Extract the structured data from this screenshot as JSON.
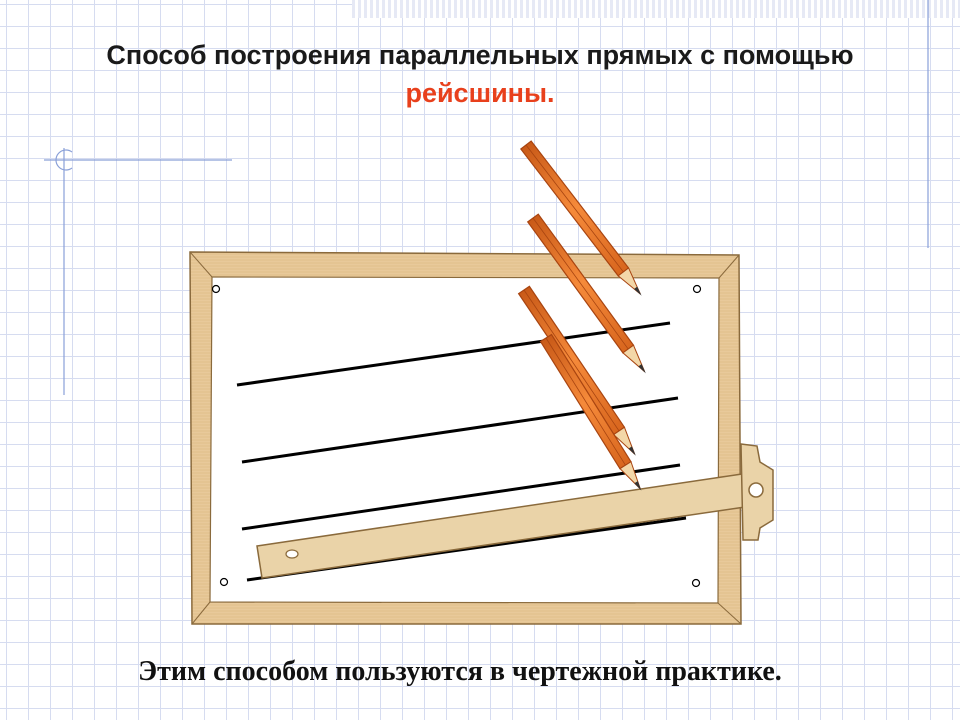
{
  "title": {
    "line1": "Способ построения параллельных прямых с помощью",
    "line2": "рейсшины."
  },
  "footer": {
    "text": "Этим способом пользуются в чертежной практике."
  },
  "colors": {
    "accent": "#e8401c",
    "board_wood": "#e8c99a",
    "board_edge": "#8a6a3c",
    "pencil_body": "#f07a2a",
    "pencil_edge": "#a84410",
    "line": "#000000",
    "grid": "#d6dcf0"
  },
  "icons": [
    "pencil-icon",
    "t-square-icon",
    "drawing-board-icon",
    "compass-mark-icon"
  ]
}
